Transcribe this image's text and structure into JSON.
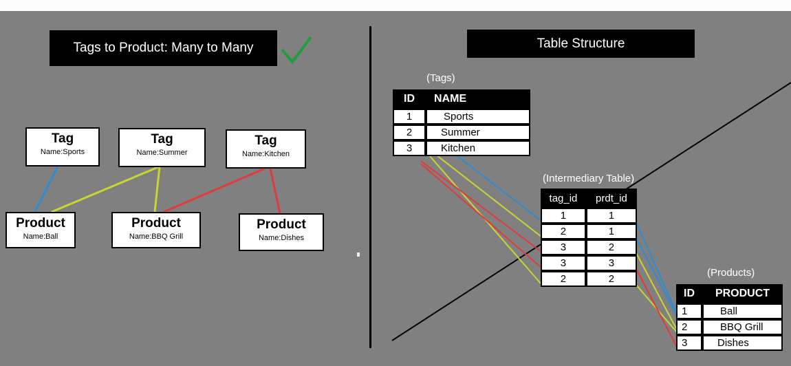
{
  "left_title": "Tags to Product: Many to Many",
  "check_color": "#1e9e3c",
  "right_title": "Table Structure",
  "diagram": {
    "tags": [
      {
        "type": "Tag",
        "name": "Name:Sports"
      },
      {
        "type": "Tag",
        "name": "Name:Summer"
      },
      {
        "type": "Tag",
        "name": "Name:Kitchen"
      }
    ],
    "products": [
      {
        "type": "Product",
        "name": "Name:Ball"
      },
      {
        "type": "Product",
        "name": "Name:BBQ Grill"
      },
      {
        "type": "Product",
        "name": "Name:Dishes"
      }
    ],
    "colors": {
      "blue": "#2e8bd0",
      "yellow": "#c9d630",
      "red": "#e03b3b"
    }
  },
  "tags_table": {
    "caption": "(Tags)",
    "headers": [
      "ID",
      "NAME"
    ],
    "rows": [
      [
        "1",
        "Sports"
      ],
      [
        "2",
        "Summer"
      ],
      [
        "3",
        "Kitchen"
      ]
    ]
  },
  "intermediary_table": {
    "caption": "(Intermediary Table)",
    "headers": [
      "tag_id",
      "prdt_id"
    ],
    "rows": [
      [
        "1",
        "1"
      ],
      [
        "2",
        "1"
      ],
      [
        "3",
        "2"
      ],
      [
        "3",
        "3"
      ],
      [
        "2",
        "2"
      ]
    ]
  },
  "products_table": {
    "caption": "(Products)",
    "headers": [
      "ID",
      "PRODUCT"
    ],
    "rows": [
      [
        "1",
        "Ball"
      ],
      [
        "2",
        "BBQ Grill"
      ],
      [
        "3",
        "Dishes"
      ]
    ]
  }
}
